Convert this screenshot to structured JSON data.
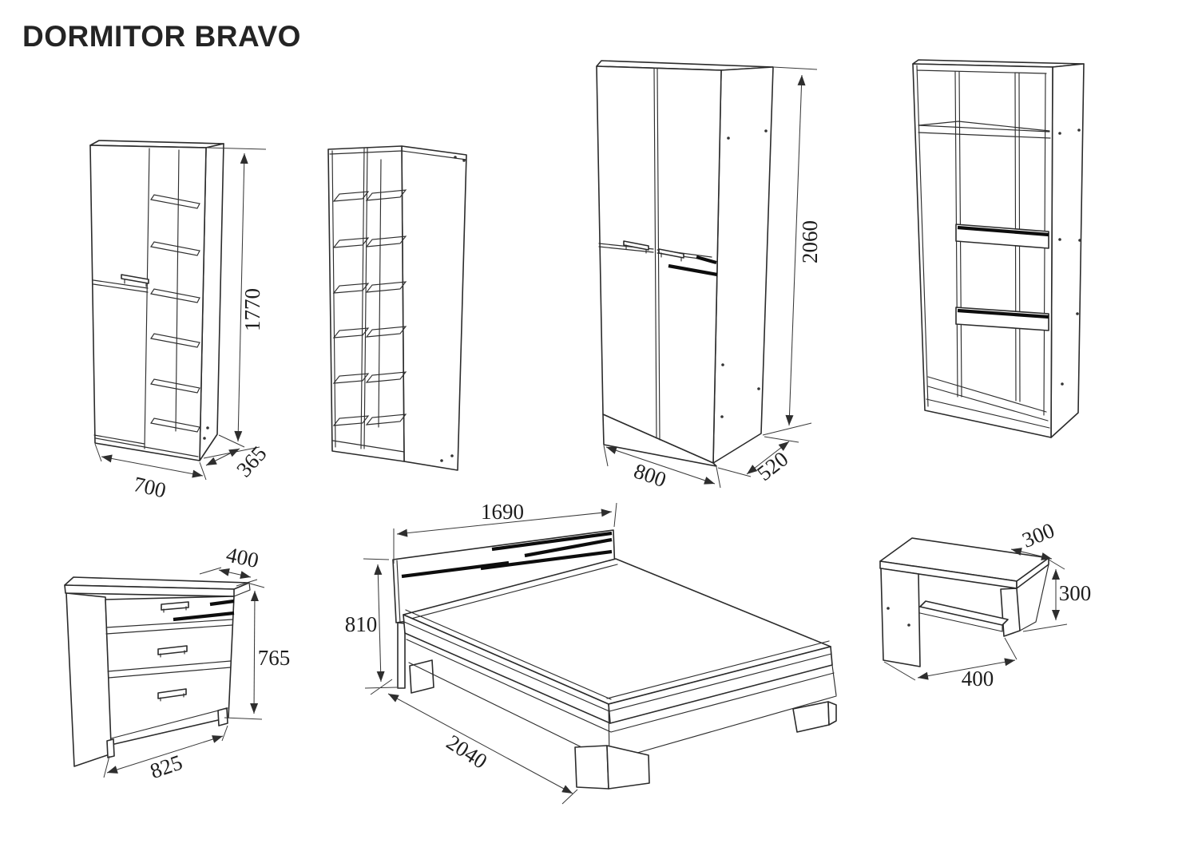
{
  "title": "DORMITOR BRAVO",
  "colors": {
    "background": "#ffffff",
    "line": "#2b2b2b",
    "accent_strip": "#0d0d0d",
    "dimension_text": "#1d1d1d"
  },
  "items": {
    "cabinet": {
      "kind": "tall-cabinet-door-and-shelves",
      "height": "1770",
      "width": "700",
      "depth": "365"
    },
    "bookcase": {
      "kind": "open-cube-shelf-unit"
    },
    "wardrobe": {
      "kind": "two-door-wardrobe",
      "height": "2060",
      "width": "800",
      "depth": "520"
    },
    "wardrobe_open": {
      "kind": "wardrobe-open-carcass"
    },
    "dresser": {
      "kind": "three-drawer-dresser",
      "depth": "400",
      "height": "765",
      "width": "825"
    },
    "bed": {
      "kind": "double-bed",
      "headboard_width": "1690",
      "height": "810",
      "length": "2040"
    },
    "nightstand": {
      "kind": "bedside-table",
      "depth": "300",
      "height": "300",
      "width": "400"
    }
  }
}
